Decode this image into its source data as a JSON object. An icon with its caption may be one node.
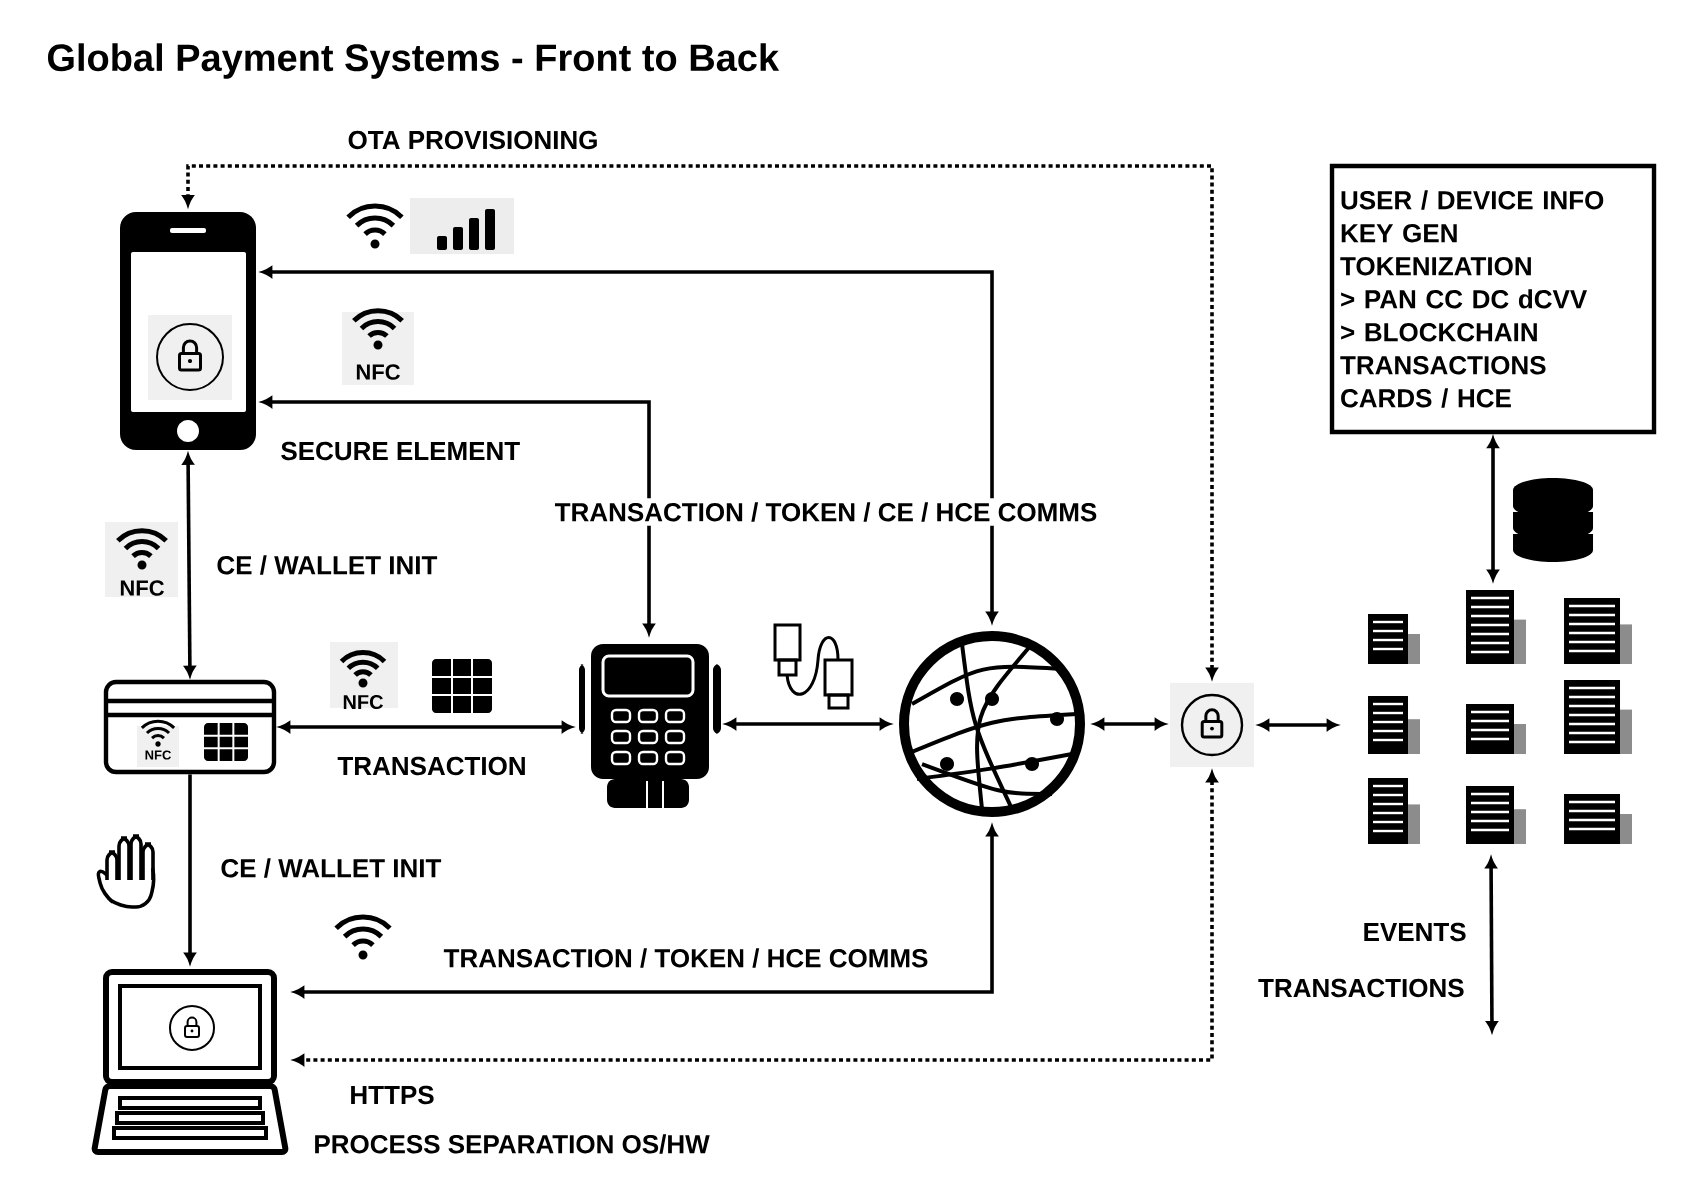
{
  "diagram": {
    "title": "Global Payment Systems - Front to Back",
    "nodes": [
      {
        "text": [],
        "shape": "picture",
        "beside": [
          "SECURE ELEMENT"
        ]
      },
      {
        "text": [],
        "shape": "picture"
      },
      {
        "text": [],
        "shape": "picture"
      },
      {
        "text": [],
        "shape": "picture"
      },
      {
        "text": [],
        "shape": "picture"
      },
      {
        "text": [],
        "shape": "picture"
      },
      {
        "text": [],
        "shape": "picture"
      },
      {
        "text": [
          "USER / DEVICE INFO",
          "KEY GEN",
          "TOKENIZATION",
          "> PAN CC DC dCVV",
          "> BLOCKCHAIN",
          "TRANSACTIONS",
          "CARDS / HCE"
        ]
      }
    ],
    "edges": [
      {
        "from": 5,
        "to": 0,
        "arrow": "both",
        "style": "dashed",
        "label": "OTA PROVISIONING"
      },
      {
        "from": 4,
        "to": 0,
        "arrow": "both",
        "label": "TRANSACTION / TOKEN / CE / HCE COMMS"
      },
      {
        "from": 3,
        "to": 0,
        "arrow": "both"
      },
      {
        "from": 0,
        "to": 1,
        "arrow": "both",
        "label": "CE / WALLET INIT"
      },
      {
        "from": 1,
        "to": 3,
        "arrow": "both",
        "label": "TRANSACTION"
      },
      {
        "from": 1,
        "to": 2,
        "arrow": "to",
        "label": "CE / WALLET INIT"
      },
      {
        "from": 3,
        "to": 4,
        "arrow": "both"
      },
      {
        "from": 4,
        "to": 5,
        "arrow": "both"
      },
      {
        "from": 5,
        "to": 6,
        "arrow": "both"
      },
      {
        "from": 4,
        "to": 2,
        "arrow": "both",
        "label": "TRANSACTION / TOKEN / HCE COMMS"
      },
      {
        "from": 5,
        "to": 2,
        "arrow": "both",
        "style": "dashed",
        "label": "HTTPS"
      },
      {
        "from": 7,
        "to": 6,
        "arrow": "both"
      },
      {
        "from": 6,
        "to": null,
        "arrow": "both"
      }
    ],
    "labels": [
      "NFC",
      "NFC",
      "NFC",
      "NFC",
      "EVENTS",
      "TRANSACTIONS",
      "PROCESS SEPARATION OS/HW"
    ]
  }
}
